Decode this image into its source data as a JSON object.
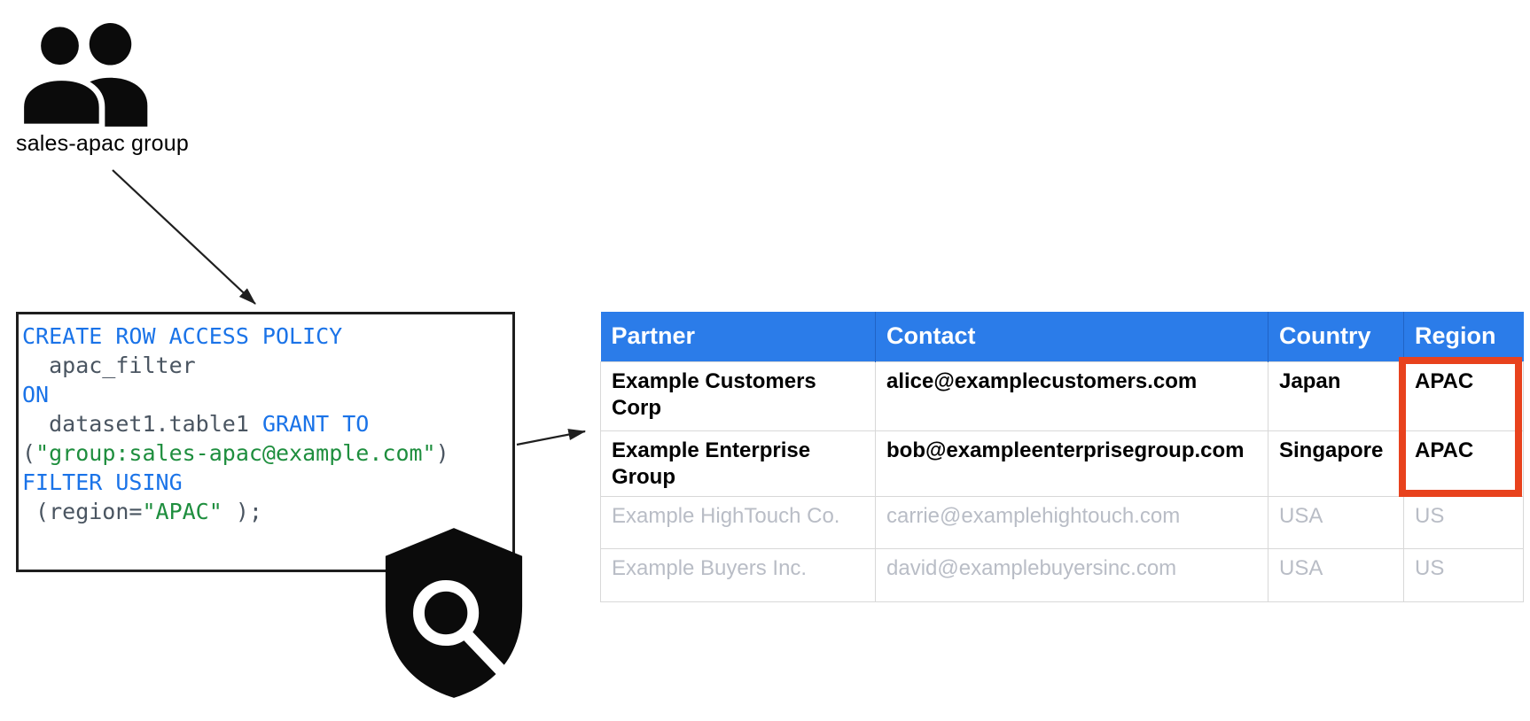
{
  "group": {
    "label": "sales-apac group",
    "icon": "group-icon"
  },
  "code": {
    "icon": "shield-search-icon",
    "lines": [
      [
        {
          "t": "CREATE ROW ACCESS POLICY",
          "c": "kw"
        }
      ],
      [
        {
          "t": "  apac_filter",
          "c": "id"
        }
      ],
      [
        {
          "t": "ON",
          "c": "kw"
        }
      ],
      [
        {
          "t": "  dataset1.table1 ",
          "c": "id"
        },
        {
          "t": "GRANT TO",
          "c": "kw"
        }
      ],
      [
        {
          "t": "(",
          "c": "id"
        },
        {
          "t": "\"group:sales-apac@example.com\"",
          "c": "str"
        },
        {
          "t": ")",
          "c": "id"
        }
      ],
      [
        {
          "t": "FILTER USING",
          "c": "kw"
        }
      ],
      [
        {
          "t": " (region=",
          "c": "id"
        },
        {
          "t": "\"APAC\"",
          "c": "str"
        },
        {
          "t": " );",
          "c": "id"
        }
      ]
    ]
  },
  "table": {
    "headers": [
      "Partner",
      "Contact",
      "Country",
      "Region"
    ],
    "rows": [
      {
        "state": "active",
        "cells": [
          "Example Customers Corp",
          "alice@examplecustomers.com",
          "Japan",
          "APAC"
        ]
      },
      {
        "state": "active",
        "cells": [
          "Example Enterprise Group",
          "bob@exampleenterprisegroup.com",
          "Singapore",
          "APAC"
        ]
      },
      {
        "state": "filtered",
        "cells": [
          "Example HighTouch Co.",
          "carrie@examplehightouch.com",
          "USA",
          "US"
        ]
      },
      {
        "state": "filtered",
        "cells": [
          "Example Buyers Inc.",
          "david@examplebuyersinc.com",
          "USA",
          "US"
        ]
      }
    ]
  },
  "colors": {
    "header_blue": "#2b7ce9",
    "highlight_red": "#e8421d",
    "keyword_blue": "#1a73e8",
    "string_green": "#1e8e3e",
    "code_gray": "#4a5561",
    "filtered_gray": "#b9bdc6"
  }
}
